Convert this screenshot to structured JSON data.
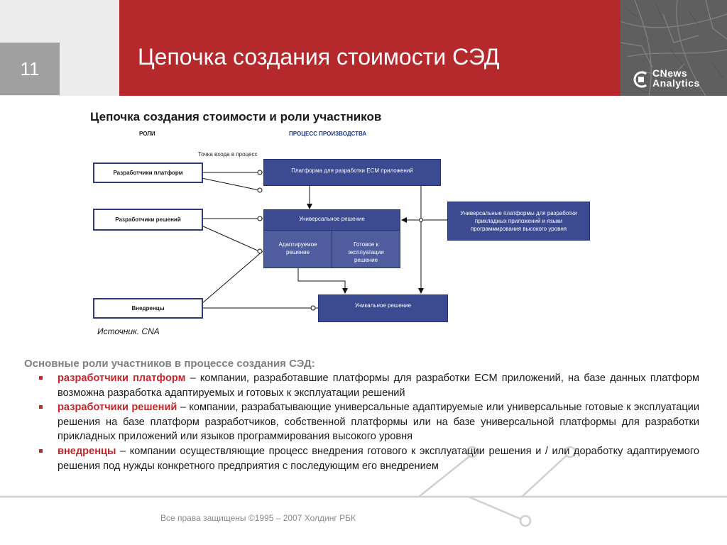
{
  "slide": {
    "number": "11",
    "title": "Цепочка создания стоимости СЭД",
    "logo_line1": "CNews",
    "logo_line2": "Analytics"
  },
  "diagram": {
    "title": "Цепочка создания стоимости и роли участников",
    "roles_header": "РОЛИ",
    "process_header": "ПРОЦЕСС ПРОИЗВОДСТВА",
    "entry_point": "Точка входа в процесс",
    "roles": [
      "Разработчики платформ",
      "Разработчики решений",
      "Внедренцы"
    ],
    "platform_box": "Платформа для разработки ECM приложений",
    "universal_box": "Универсальное решение",
    "adaptable_box": "Адаптируемое решение",
    "ready_box": "Готовое к эксплуатации решение",
    "unique_box": "Уникальное решение",
    "universal_platforms_box": "Универсальные платформы для разработки прикладных приложений и языки программирования высокого уровня",
    "source": "Источник. CNA"
  },
  "roles_section": {
    "heading": "Основные роли участников в процессе создания СЭД:",
    "items": [
      {
        "term": "разработчики платформ",
        "text": " – компании, разработавшие платформы для разработки ECM приложений, на базе данных платформ возможна разработка адаптируемых и готовых к эксплуатации решений"
      },
      {
        "term": "разработчики решений",
        "text": " – компании, разрабатывающие универсальные адаптируемые или универсальные готовые к эксплуатации решения на базе платформ разработчиков, собственной платформы или на базе универсальной платформы для разработки прикладных приложений или языков программирования высокого уровня"
      },
      {
        "term": "внедренцы",
        "text": " – компании осуществляющие процесс внедрения готового к эксплуатации решения и / или доработку адаптируемого решения под нужды конкретного предприятия с последующим его внедрением"
      }
    ]
  },
  "footer": "Все права защищены ©1995 – 2007 Холдинг РБК",
  "colors": {
    "header_red": "#b5282c",
    "box_blue": "#3b4a91",
    "bullet_red": "#c0282c"
  }
}
